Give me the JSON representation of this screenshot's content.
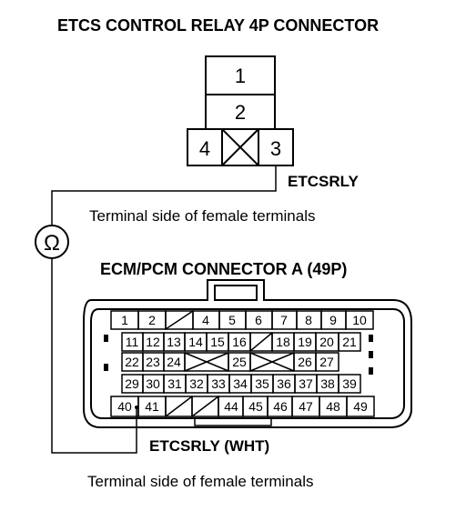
{
  "relay": {
    "title": "ETCS CONTROL RELAY 4P CONNECTOR",
    "terminal_note": "Terminal side of female terminals",
    "wire_label": "ETCSRLY",
    "pins": [
      "1",
      "2",
      "4",
      "3"
    ]
  },
  "meter": {
    "symbol": "Ω"
  },
  "ecm": {
    "title": "ECM/PCM CONNECTOR A (49P)",
    "terminal_note": "Terminal side of female terminals",
    "wire_label": "ETCSRLY (WHT)",
    "rows": [
      [
        "1",
        "2",
        "",
        "4",
        "5",
        "6",
        "7",
        "8",
        "9",
        "10"
      ],
      [
        "11",
        "12",
        "13",
        "14",
        "15",
        "16",
        "",
        "18",
        "19",
        "20",
        "21"
      ],
      [
        "22",
        "23",
        "24",
        "",
        "25",
        "",
        "26",
        "27"
      ],
      [
        "29",
        "30",
        "31",
        "32",
        "33",
        "34",
        "35",
        "36",
        "37",
        "38",
        "39"
      ],
      [
        "40",
        "41",
        "",
        "",
        "44",
        "45",
        "46",
        "47",
        "48",
        "49"
      ]
    ]
  }
}
